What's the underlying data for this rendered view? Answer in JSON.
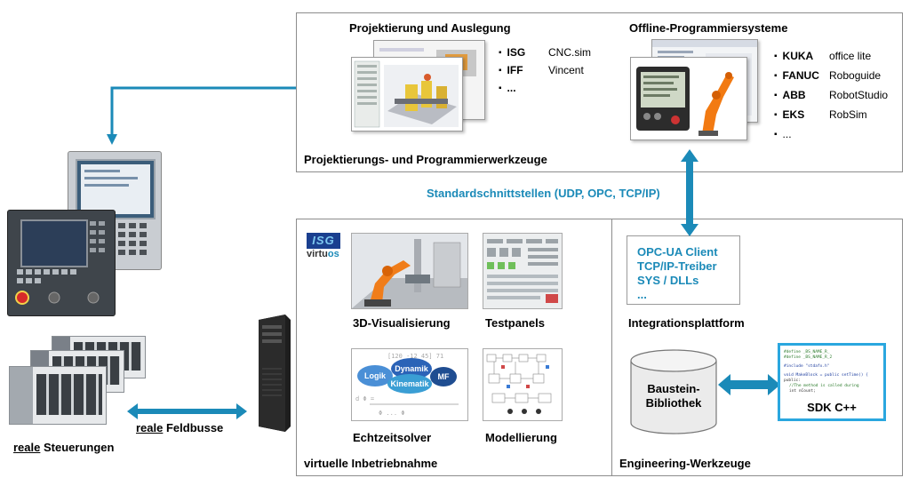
{
  "top_box": {
    "title_left": "Projektierung und Auslegung",
    "title_right": "Offline-Programmiersysteme",
    "footer": "Projektierungs- und Programmierwerkzeuge",
    "left_list": [
      {
        "key": "ISG",
        "value": "CNC.sim"
      },
      {
        "key": "IFF",
        "value": "Vincent"
      },
      {
        "key": "...",
        "value": ""
      }
    ],
    "right_list": [
      {
        "key": "KUKA",
        "value": "office lite"
      },
      {
        "key": "FANUC",
        "value": "Roboguide"
      },
      {
        "key": "ABB",
        "value": "RobotStudio"
      },
      {
        "key": "EKS",
        "value": "RobSim"
      },
      {
        "key": "...",
        "value": ""
      }
    ]
  },
  "interface_label": "Standardschnittstellen (UDP, OPC, TCP/IP)",
  "bottom_left": {
    "logo_top": "ISG",
    "logo_bottom_a": "virtu",
    "logo_bottom_b": "os",
    "items": [
      "3D-Visualisierung",
      "Testpanels",
      "Echtzeitsolver",
      "Modellierung"
    ],
    "solver_bubbles": [
      "Logik",
      "Dynamik",
      "Kinematik",
      "MF"
    ],
    "footer": "virtuelle Inbetriebnahme"
  },
  "bottom_right": {
    "integration_lines": [
      "OPC-UA Client",
      "TCP/IP-Treiber",
      "SYS / DLLs",
      "..."
    ],
    "integration_label": "Integrationsplattform",
    "library_line1": "Baustein-",
    "library_line2": "Bibliothek",
    "sdk_label": "SDK C++",
    "footer": "Engineering-Werkzeuge"
  },
  "left_labels": {
    "fieldbus_a": "reale",
    "fieldbus_b": " Feldbusse",
    "controls_a": "reale",
    "controls_b": " Steuerungen"
  },
  "colors": {
    "arrow": "#1b8ab8",
    "border": "#8c8c8c",
    "sdk_border": "#2aa7df"
  }
}
